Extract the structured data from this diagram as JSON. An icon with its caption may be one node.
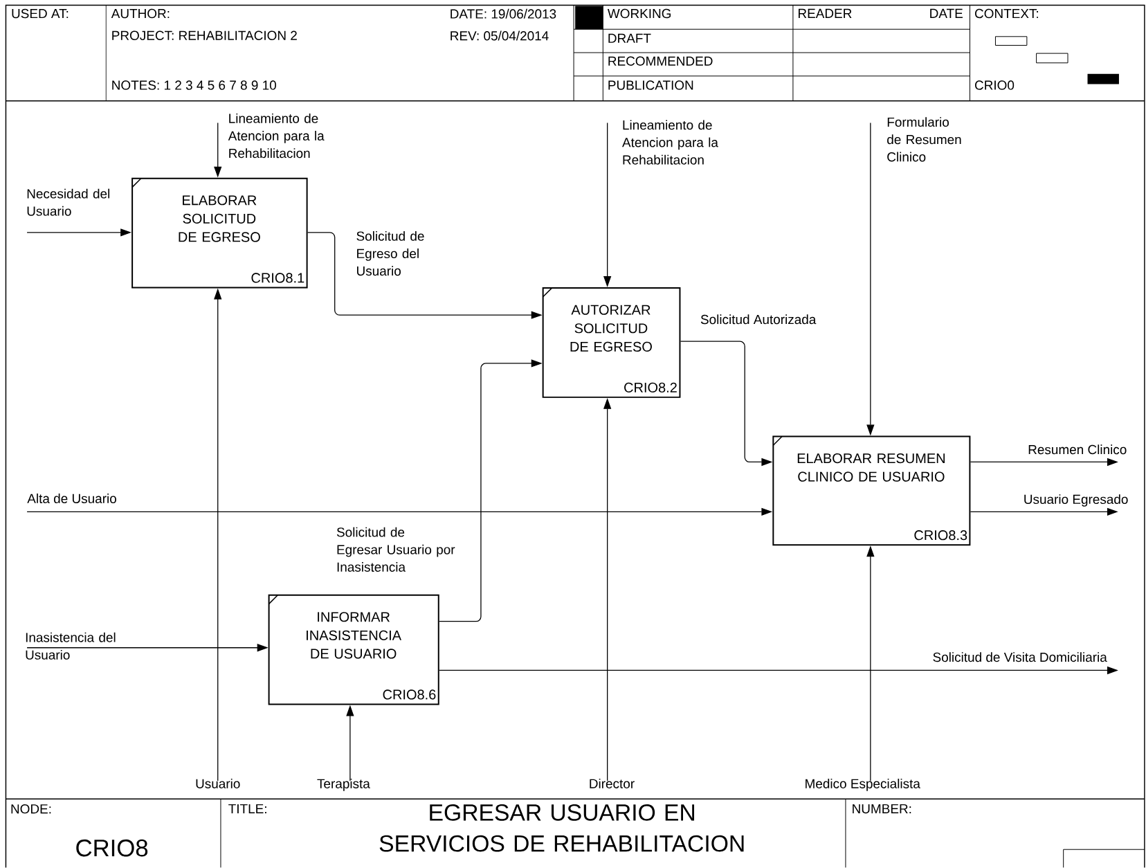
{
  "diagram": {
    "title": "EGRESAR USUARIO EN SERVICIOS DE REHABILITACION",
    "nodes": [
      {
        "text": [
          "ELABORAR SOLICITUD DE EGRESO",
          "CRIO8.1"
        ]
      },
      {
        "text": [
          "AUTORIZAR SOLICITUD DE EGRESO",
          "CRIO8.2"
        ]
      },
      {
        "text": [
          "ELABORAR RESUMEN CLINICO DE USUARIO",
          "CRIO8.3"
        ]
      },
      {
        "text": [
          "INFORMAR INASISTENCIA DE USUARIO",
          "CRIO8.6"
        ]
      }
    ],
    "edges": [
      {
        "from": null,
        "to": 0,
        "arrow": "to",
        "label": "Lineamiento de Atencion para la Rehabilitacion"
      },
      {
        "from": null,
        "to": 0,
        "arrow": "to",
        "label": "Necesidad del Usuario"
      },
      {
        "from": null,
        "to": 0,
        "arrow": "to",
        "label": "Usuario"
      },
      {
        "from": 0,
        "to": 1,
        "arrow": "to",
        "label": "Solicitud de Egreso del Usuario"
      },
      {
        "from": null,
        "to": 1,
        "arrow": "to",
        "label": "Lineamiento de Atencion para la Rehabilitacion"
      },
      {
        "from": 3,
        "to": 1,
        "arrow": "to",
        "label": "Solicitud de Egresar Usuario por Inasistencia"
      },
      {
        "from": null,
        "to": 1,
        "arrow": "to",
        "label": "Director"
      },
      {
        "from": 1,
        "to": 2,
        "arrow": "to",
        "label": "Solicitud Autorizada"
      },
      {
        "from": null,
        "to": 2,
        "arrow": "to",
        "label": "Formulario de Resumen Clinico"
      },
      {
        "from": null,
        "to": 2,
        "arrow": "to",
        "label": "Alta de Usuario"
      },
      {
        "from": null,
        "to": 2,
        "arrow": "to",
        "label": "Medico Especialista"
      },
      {
        "from": 2,
        "to": null,
        "arrow": "to",
        "label": "Resumen Clinico"
      },
      {
        "from": 2,
        "to": null,
        "arrow": "to",
        "label": "Usuario Egresado"
      },
      {
        "from": null,
        "to": 3,
        "arrow": "to",
        "label": "Inasistencia del Usuario"
      },
      {
        "from": null,
        "to": 3,
        "arrow": "to",
        "label": "Terapista"
      },
      {
        "from": 3,
        "to": null,
        "arrow": "to",
        "label": "Solicitud de Visita Domiciliaria"
      }
    ],
    "labels": [
      "USED AT:",
      "AUTHOR:",
      "DATE: 19/06/2013",
      "WORKING",
      "READER",
      "DATE",
      "CONTEXT:",
      "PROJECT: REHABILITACION 2",
      "REV: 05/04/2014",
      "DRAFT",
      "RECOMMENDED",
      "NOTES: 1 2 3 4 5 6 7 8 9 10",
      "PUBLICATION",
      "CRIO0",
      "NODE:",
      "TITLE:",
      "NUMBER:",
      "CRIO8"
    ]
  }
}
